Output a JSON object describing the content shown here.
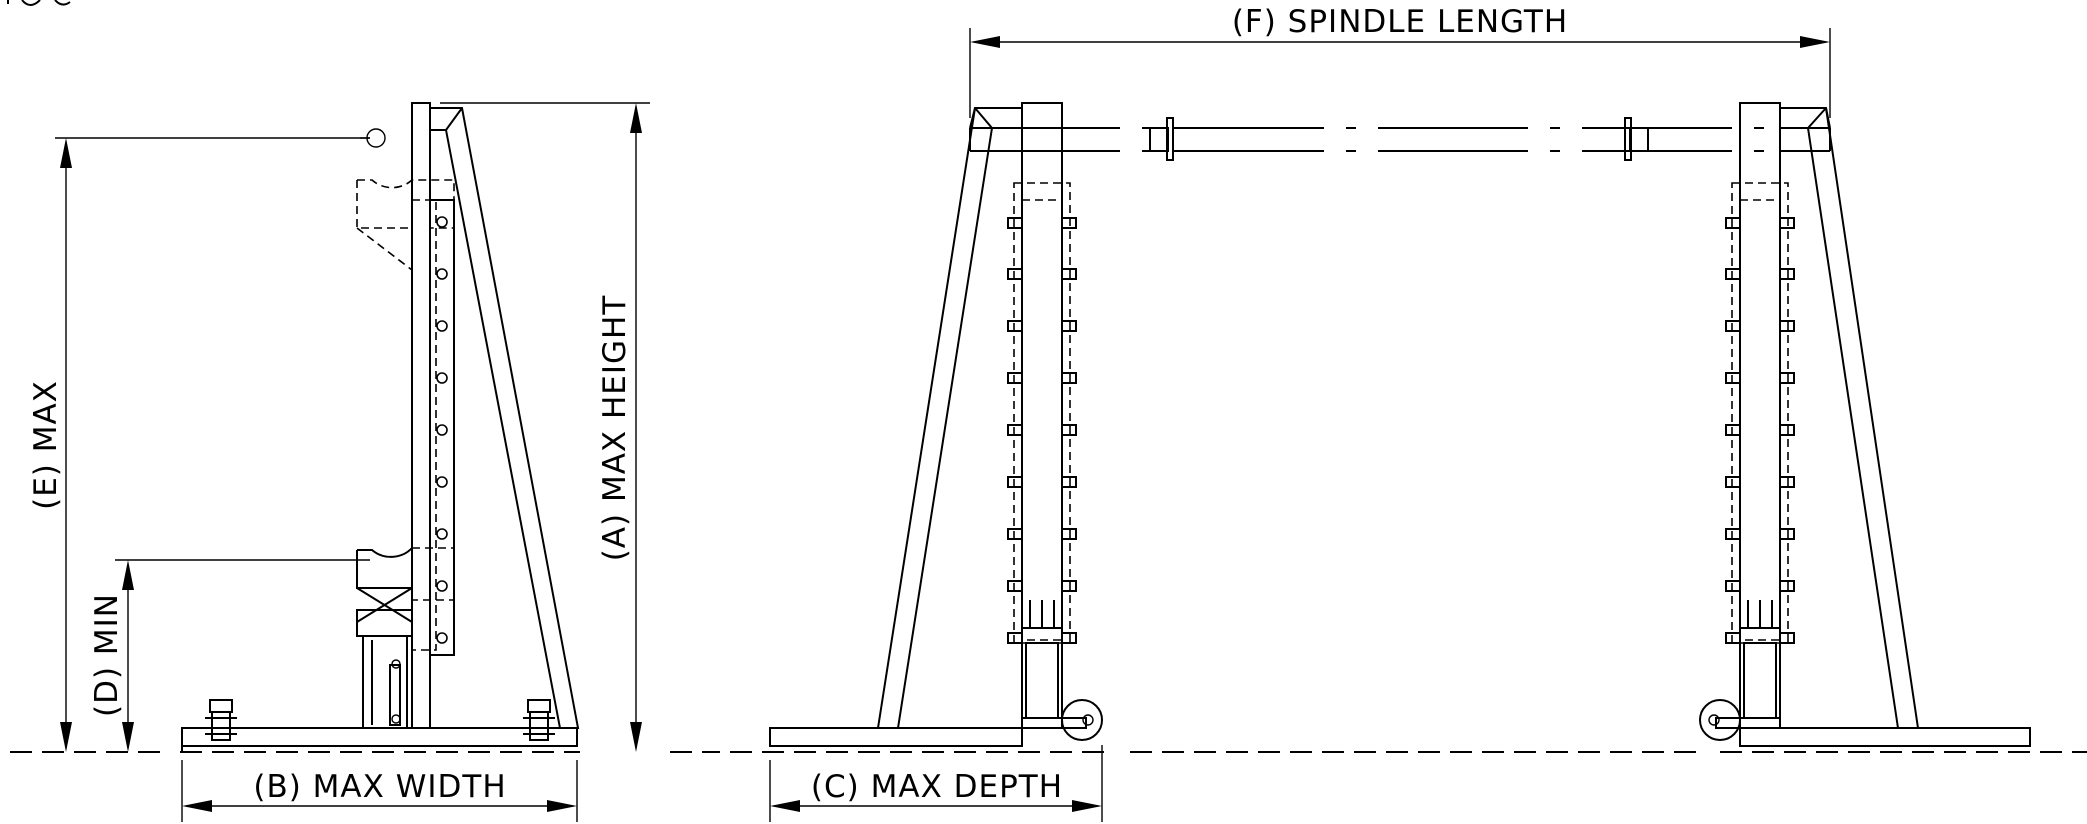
{
  "labels": {
    "max_height": "(A) MAX HEIGHT",
    "max_width": "(B) MAX WIDTH",
    "max_depth": "(C) MAX DEPTH",
    "min": "(D) MIN",
    "max": "(E) MAX",
    "spindle_length": "(F) SPINDLE LENGTH"
  }
}
